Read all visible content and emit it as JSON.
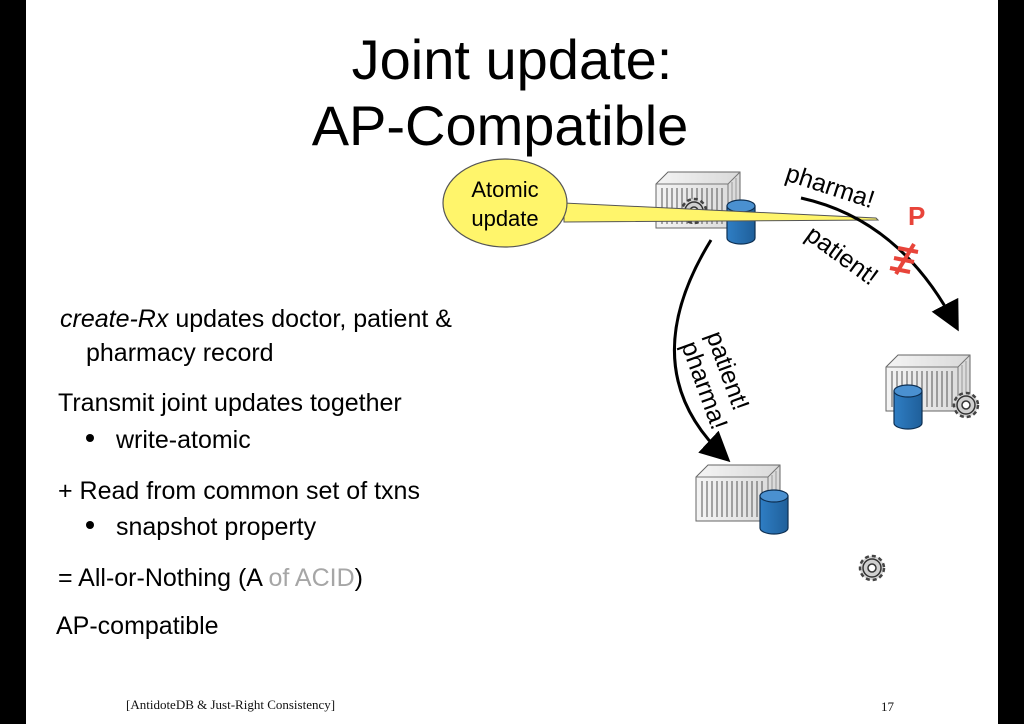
{
  "title": {
    "line1": "Joint update:",
    "line2": "AP-Compatible"
  },
  "body": {
    "line1_italic": "create-Rx",
    "line1_rest": " updates doctor, patient &",
    "line2": "pharmacy record",
    "line3": "Transmit joint updates together",
    "bullet1": "write-atomic",
    "line4": "+ Read from common set of txns",
    "bullet2": "snapshot property",
    "line5_a": "= All-or-Nothing (A ",
    "line5_grey": "of ACID",
    "line5_b": ")",
    "line6": "AP-compatible"
  },
  "diagram": {
    "callout": {
      "line1": "Atomic",
      "line2": "update"
    },
    "arrow_top_label1": "pharma!",
    "arrow_top_label2": "patient!",
    "partition_mark": "P",
    "arrow_left_label1": "patient!",
    "arrow_left_label2": "pharma!",
    "colors": {
      "db": "#2e75b6",
      "partition": "#e8443a",
      "callout_fill": "#fff56b"
    },
    "icons": [
      "server-rack-icon",
      "database-cylinder-icon",
      "gear-icon",
      "arrow-icon"
    ]
  },
  "footer": {
    "citation": "[AntidoteDB & Just-Right Consistency]",
    "page_number": "17"
  }
}
